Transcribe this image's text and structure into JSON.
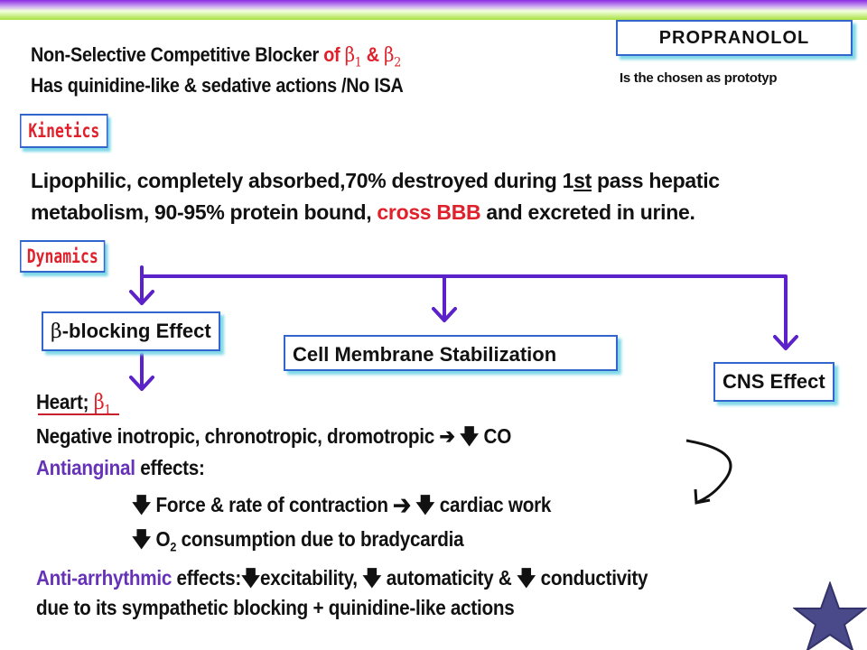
{
  "header": {
    "drug_name": "PROPRANOLOL",
    "drug_note": "Is the chosen as  prototyp",
    "line1_a": "Non-Selective Competitive Blocker ",
    "line1_of": "of ",
    "beta1": "β",
    "beta_sub1": "1",
    "amp": " & ",
    "beta2": "β",
    "beta_sub2": "2",
    "line2": "Has quinidine-like & sedative actions /No ISA"
  },
  "kinetics": {
    "label": "Kinetics",
    "l1_a": "Lipophilic, completely absorbed,70% destroyed during 1",
    "l1_st": "st",
    "l1_b": " pass hepatic",
    "l2_a": "metabolism, 90-95% protein bound, ",
    "l2_red": "cross BBB",
    "l2_b": " and excreted in urine."
  },
  "dynamics": {
    "label": "Dynamics",
    "box_beta": "-blocking Effect",
    "box_beta_sym": "β",
    "box_membrane": "Cell Membrane Stabilization",
    "box_cns": "CNS Effect"
  },
  "heart": {
    "title": "Heart; ",
    "title_beta": "β",
    "title_sub": "1",
    "l1": "Negative inotropic, chronotropic, dromotropic ",
    "l1_arrow": "➔",
    "l1_down": "🡇",
    "l1_co": " CO",
    "anti_label": "Antianginal",
    "anti_rest": " effects:",
    "a1_down": "🡇",
    "a1_text": " Force & rate of contraction ",
    "a1_arrow": "➔",
    "a1_down2": "🡇",
    "a1_end": " cardiac work",
    "a2_down": "🡇",
    "a2_o": " O",
    "a2_sub": "2",
    "a2_text": " consumption due to bradycardia",
    "arr_label": "Anti-arrhythmic",
    "arr_rest": " effects:",
    "arr_d1": "🡇",
    "arr_t1": "excitability, ",
    "arr_d2": "🡇",
    "arr_t2": " automaticity & ",
    "arr_d3": "🡇",
    "arr_t3": " conductivity",
    "last": "due to its sympathetic blocking + quinidine-like actions"
  },
  "colors": {
    "accent_red": "#e0202a",
    "accent_purple": "#6633b8",
    "box_border": "#3366cc",
    "star": "#4a4a8a"
  },
  "icons": {
    "corner_icon": "star-icon"
  }
}
